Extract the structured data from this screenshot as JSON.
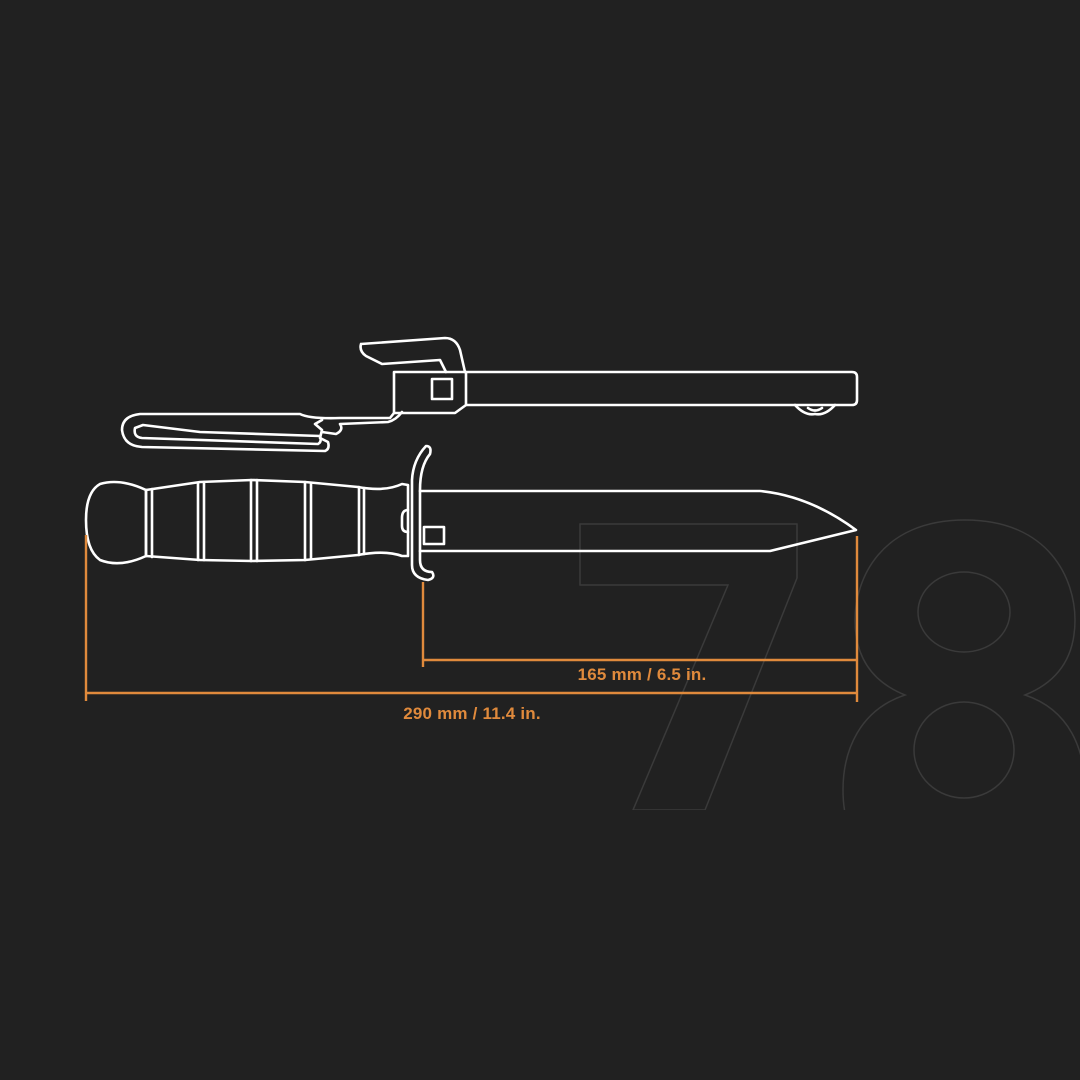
{
  "background_color": "#212121",
  "accent_color": "#e08a3c",
  "outline_color": "#ffffff",
  "watermark": {
    "text": "78",
    "stroke_color": "#3a3a3a"
  },
  "diagram": {
    "subject": "fixed-blade knife with sheath",
    "parts": [
      "sheath",
      "sheath-clip",
      "handle",
      "guard",
      "blade"
    ]
  },
  "dimensions": {
    "blade_length": {
      "label": "165 mm / 6.5 in.",
      "mm": 165,
      "in": 6.5
    },
    "overall_length": {
      "label": "290 mm / 11.4 in.",
      "mm": 290,
      "in": 11.4
    }
  }
}
